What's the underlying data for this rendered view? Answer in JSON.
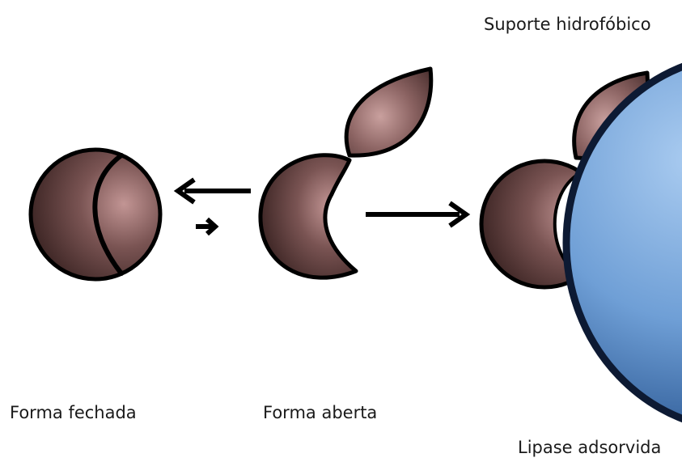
{
  "labels": {
    "support": "Suporte hidrofóbico",
    "closed_form": "Forma fechada",
    "open_form": "Forma aberta",
    "adsorbed_lipase": "Lipase adsorvida"
  },
  "colors": {
    "lipase_dark": "#3b2423",
    "lipase_light": "#c29594",
    "support_light": "#9cc2ec",
    "support_dark": "#1e4a86",
    "support_border": "#0d1a33",
    "outline": "#000000"
  }
}
